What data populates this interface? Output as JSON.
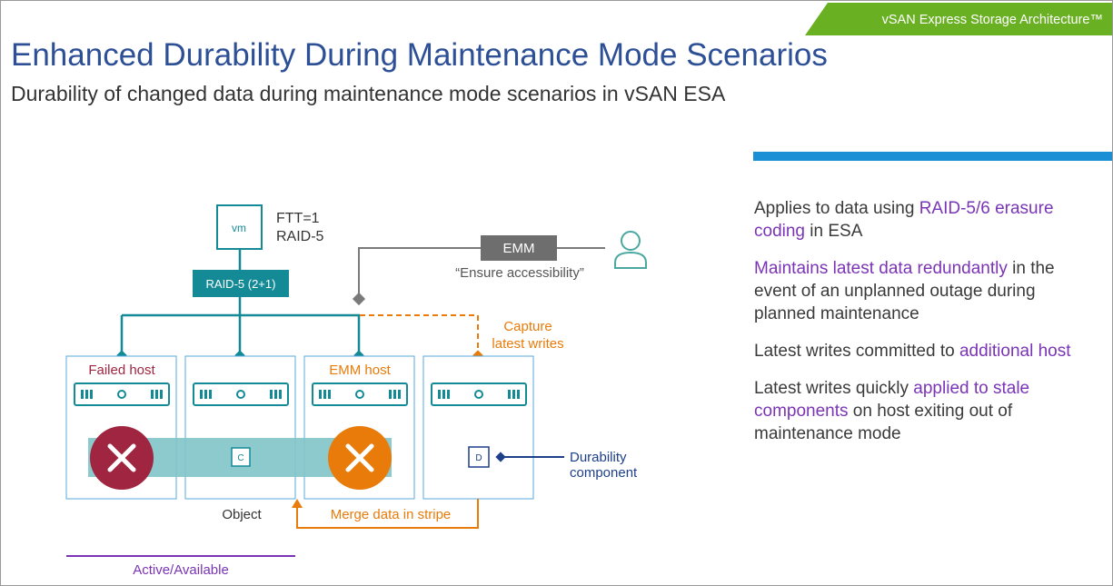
{
  "brand_tag": "vSAN Express Storage Architecture™",
  "title": "Enhanced Durability During Maintenance Mode Scenarios",
  "subtitle": "Durability of changed data during maintenance mode scenarios in vSAN ESA",
  "diagram": {
    "vm_label": "vm",
    "policy_ftt": "FTT=1",
    "policy_raid": "RAID-5",
    "raid_box": "RAID-5 (2+1)",
    "emm_box": "EMM",
    "ensure_accessibility": "“Ensure accessibility”",
    "capture_line1": "Capture",
    "capture_line2": "latest writes",
    "hosts": [
      {
        "label": "Failed host"
      },
      {
        "label": ""
      },
      {
        "label": "EMM host"
      },
      {
        "label": ""
      }
    ],
    "component_c": "C",
    "component_d": "D",
    "durability_line1": "Durability",
    "durability_line2": "component",
    "object_label": "Object",
    "merge_label": "Merge data in stripe",
    "legend_label": "Active/Available"
  },
  "bullets": [
    {
      "parts": [
        {
          "t": "Applies to data using ",
          "hl": false
        },
        {
          "t": "RAID-5/6 erasure coding",
          "hl": true
        },
        {
          "t": " in ESA",
          "hl": false
        }
      ]
    },
    {
      "parts": [
        {
          "t": "Maintains latest data redundantly",
          "hl": true
        },
        {
          "t": " in the event of an unplanned outage during planned maintenance",
          "hl": false
        }
      ]
    },
    {
      "parts": [
        {
          "t": "Latest writes committed to ",
          "hl": false
        },
        {
          "t": "additional host",
          "hl": true
        }
      ]
    },
    {
      "parts": [
        {
          "t": "Latest writes quickly ",
          "hl": false
        },
        {
          "t": "applied to stale components",
          "hl": true
        },
        {
          "t": " on host exiting out of maintenance mode",
          "hl": false
        }
      ]
    }
  ],
  "colors": {
    "teal": "#138a96",
    "orange": "#e87b0a",
    "failed_red": "#a02540",
    "navy": "#1e3f8a",
    "purple": "#7a34b5",
    "brand_green": "#6ab023",
    "accent_blue": "#1a8fd6",
    "stripe": "#7fc4c9"
  },
  "icons": [
    "vm-icon",
    "user-icon",
    "server-icon",
    "failed-x-icon",
    "emm-x-icon",
    "component-c-icon",
    "durability-component-d-icon"
  ]
}
